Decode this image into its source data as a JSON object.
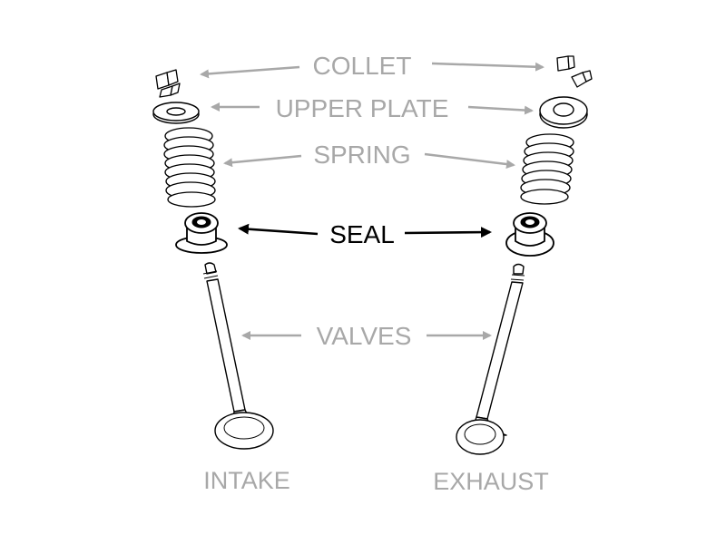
{
  "labels": {
    "collet": "COLLET",
    "upper_plate": "UPPER PLATE",
    "spring": "SPRING",
    "seal": "SEAL",
    "valves": "VALVES",
    "intake": "INTAKE",
    "exhaust": "EXHAUST"
  },
  "colors": {
    "muted_label": "#a8a8a8",
    "muted_arrow": "#a8a8a8",
    "highlight_label": "#000000",
    "highlight_arrow": "#000000",
    "part_outline": "#000000",
    "background": "#ffffff"
  },
  "highlighted_part": "seal"
}
